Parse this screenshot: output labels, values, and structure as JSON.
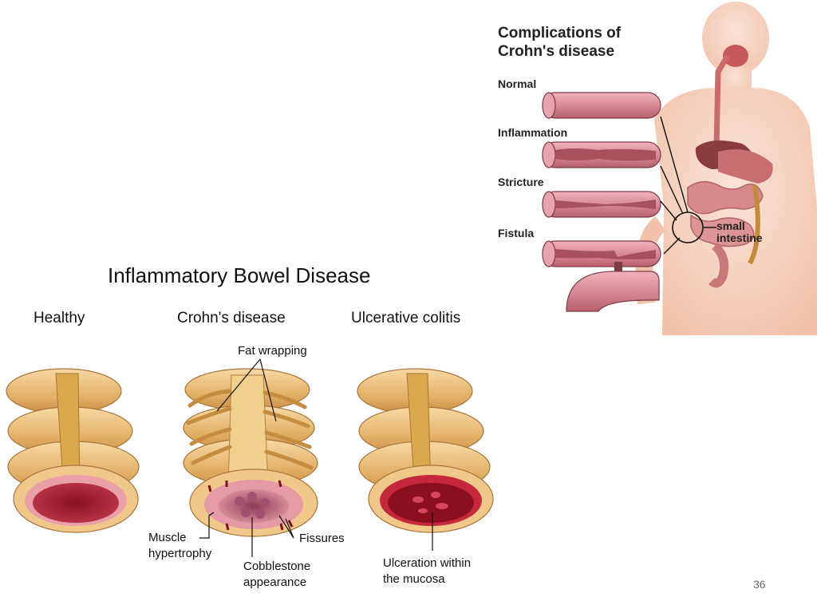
{
  "crohn_figure": {
    "title_line1": "Complications of",
    "title_line2": "Crohn's disease",
    "rows": [
      {
        "label": "Normal"
      },
      {
        "label": "Inflammation"
      },
      {
        "label": "Stricture"
      },
      {
        "label": "Fistula"
      }
    ],
    "small_intestine_line1": "small",
    "small_intestine_line2": "intestine"
  },
  "ibd_figure": {
    "title": "Inflammatory Bowel Disease",
    "columns": {
      "healthy": "Healthy",
      "crohns": "Crohn's disease",
      "uc": "Ulcerative colitis"
    },
    "annotations": {
      "fat_wrapping": "Fat wrapping",
      "muscle_line1": "Muscle",
      "muscle_line2": "hypertrophy",
      "fissures": "Fissures",
      "cobblestone_line1": "Cobblestone",
      "cobblestone_line2": "appearance",
      "ulceration_line1": "Ulceration within",
      "ulceration_line2": "the mucosa"
    }
  },
  "page_number": "36",
  "colors": {
    "tube_pink": "#d98a97",
    "tube_dark": "#b8606f",
    "skin": "#f3c9b3",
    "colon_tan": "#e3b36a",
    "mucosa_red": "#9b1b2a"
  }
}
